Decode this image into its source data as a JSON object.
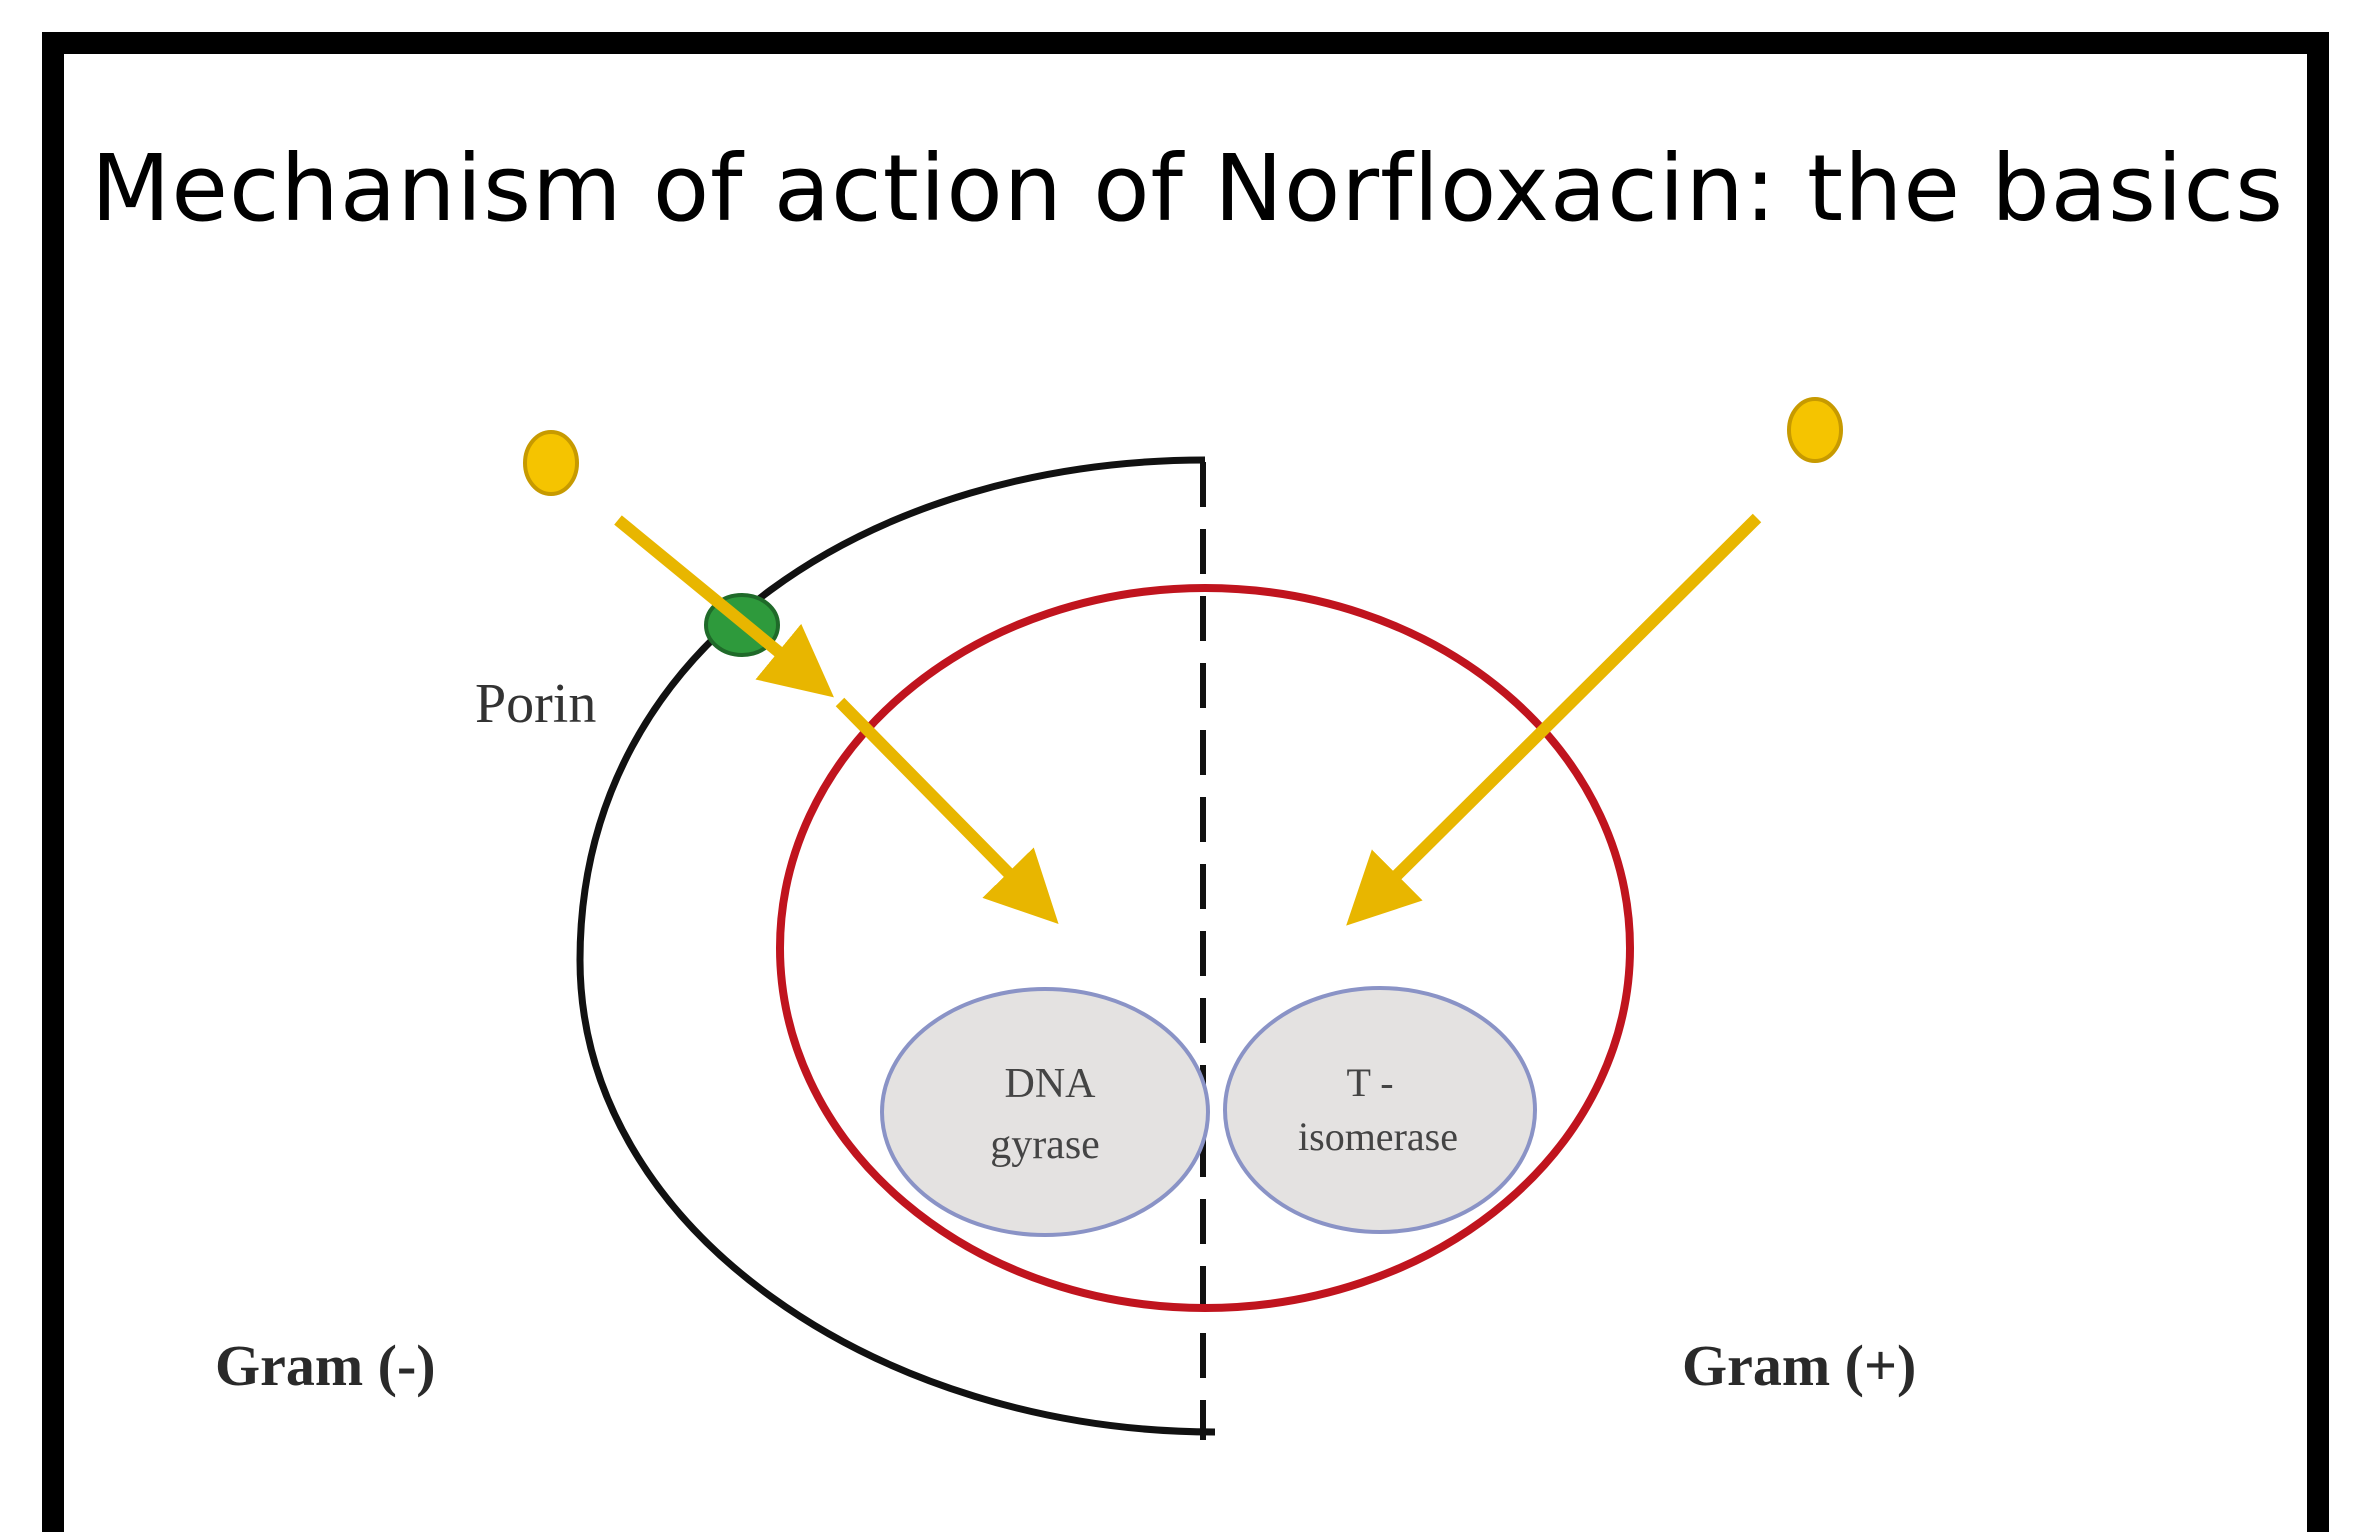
{
  "title": "Mechanism of action of Norfloxacin: the basics",
  "labels": {
    "porin": "Porin",
    "dna_gyrase_line1": "DNA",
    "dna_gyrase_line2": "gyrase",
    "topo_line1": "T -",
    "topo_line2": "isomerase",
    "gram_negative": "Gram (-)",
    "gram_positive": "Gram (+)"
  },
  "colors": {
    "arrow": "#e8b600",
    "molecule": "#f5c400",
    "porin": "#2e9a3c",
    "membrane_inner": "#c0141e",
    "cell_wall": "#111111",
    "enzyme_fill": "#e4e2e1",
    "enzyme_stroke": "#8a93c6"
  }
}
